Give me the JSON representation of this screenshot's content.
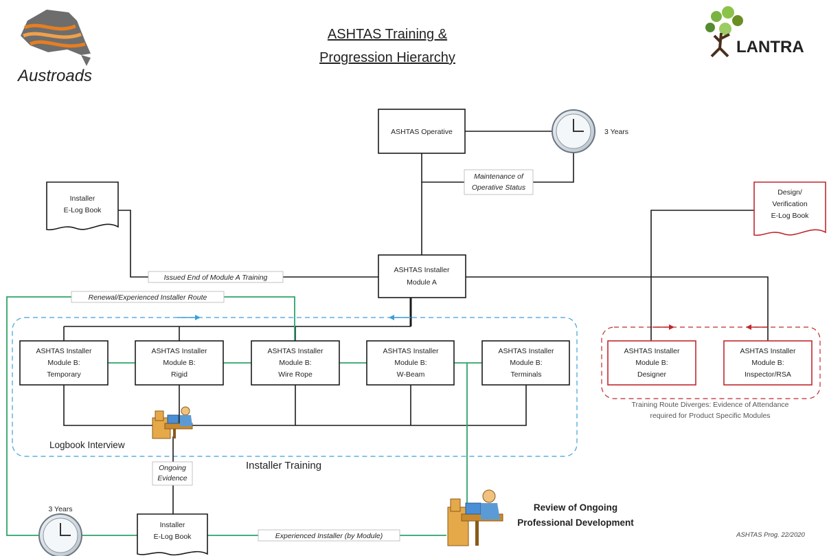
{
  "title_lines": [
    "ASHTAS Training &",
    "Progression Hierarchy"
  ],
  "logos": {
    "left": "Austroads",
    "right": "LANTRA"
  },
  "colors": {
    "black": "#1a1a1a",
    "green": "#2ea36a",
    "blue": "#3c9fd8",
    "red": "#c0272d",
    "gray": "#5e5e5e"
  },
  "nodes": {
    "operative": [
      "ASHTAS Operative"
    ],
    "module_a": [
      "ASHTAS Installer",
      "Module A"
    ],
    "temporary": [
      "ASHTAS Installer",
      "Module B:",
      "Temporary"
    ],
    "rigid": [
      "ASHTAS Installer",
      "Module B:",
      "Rigid"
    ],
    "wire_rope": [
      "ASHTAS Installer",
      "Module B:",
      "Wire Rope"
    ],
    "w_beam": [
      "ASHTAS Installer",
      "Module B:",
      "W-Beam"
    ],
    "terminals": [
      "ASHTAS Installer",
      "Module B:",
      "Terminals"
    ],
    "designer": [
      "ASHTAS Installer",
      "Module B:",
      "Designer"
    ],
    "inspector": [
      "ASHTAS Installer",
      "Module B:",
      "Inspector/RSA"
    ],
    "elog_top": [
      "Installer",
      "E-Log Book"
    ],
    "elog_design": [
      "Design/",
      "Verification",
      "E-Log Book"
    ],
    "elog_bottom": [
      "Installer",
      "E-Log Book"
    ]
  },
  "labels": {
    "three_years_top": "3 Years",
    "three_years_bottom": "3 Years",
    "maintenance": [
      "Maintenance of",
      "Operative Status"
    ],
    "issued": "Issued End of Module A Training",
    "renewal": "Renewal/Experienced Installer Route",
    "logbook_interview": "Logbook Interview",
    "ongoing_evidence": [
      "Ongoing",
      "Evidence"
    ],
    "installer_training": "Installer Training",
    "diverges": [
      "Training Route Diverges: Evidence of Attendance",
      "required for Product Specific Modules"
    ],
    "review": [
      "Review of Ongoing",
      "Professional Development"
    ],
    "experienced": "Experienced Installer (by Module)",
    "ref": "ASHTAS Prog. 22/2020"
  },
  "icons": [
    "clock-icon",
    "person-at-desk-icon",
    "document-icon"
  ]
}
